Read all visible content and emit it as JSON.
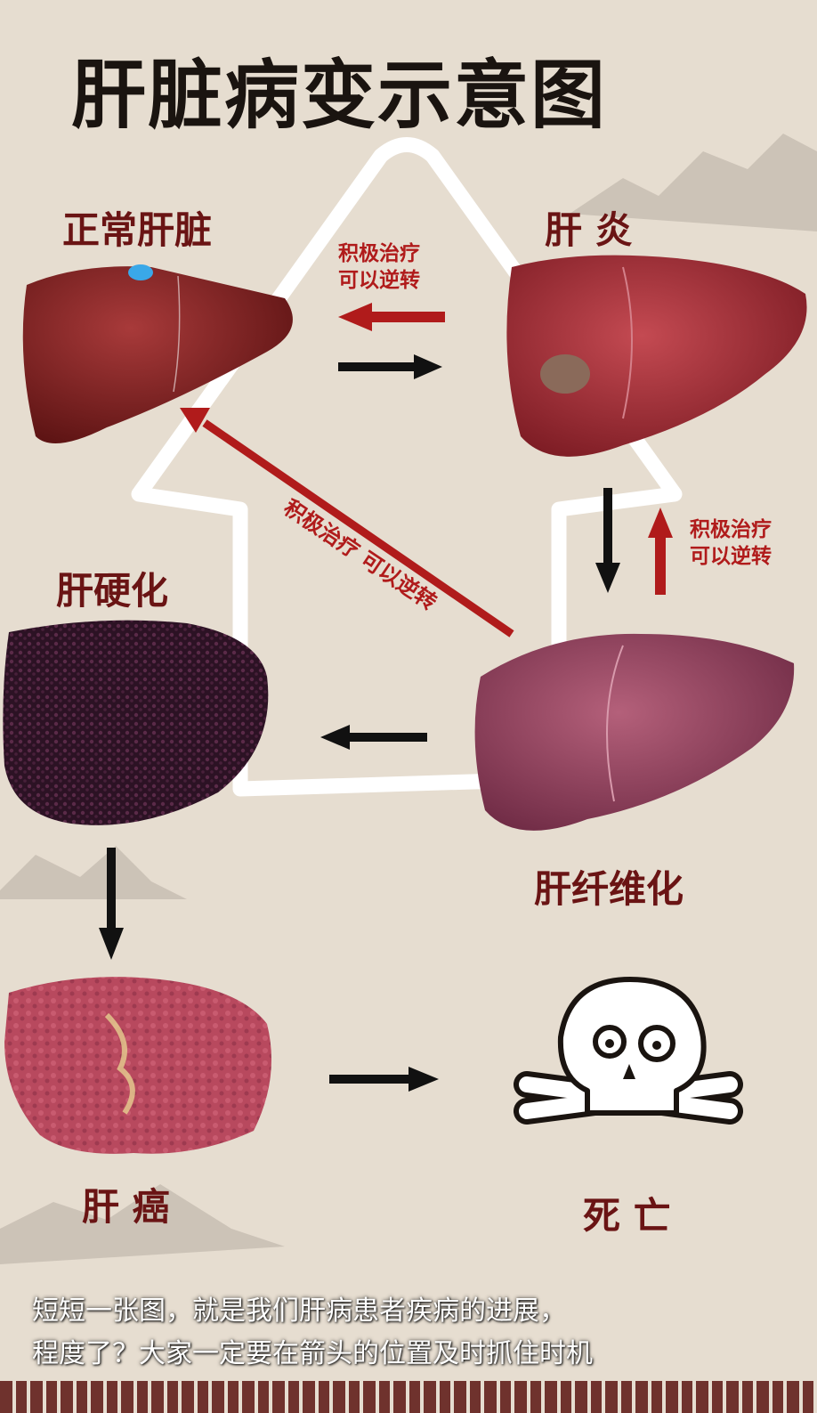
{
  "title": "肝脏病变示意图",
  "stages": {
    "normal": "正常肝脏",
    "hepatitis": "肝 炎",
    "fibrosis": "肝纤维化",
    "cirrhosis": "肝硬化",
    "cancer": "肝 癌",
    "death": "死 亡"
  },
  "notes": {
    "top": [
      "积极治疗",
      "可以逆转"
    ],
    "diagonal": "积极治疗   可以逆转",
    "right": [
      "积极治疗",
      "可以逆转"
    ]
  },
  "caption": {
    "line1": "短短一张图，就是我们肝病患者疾病的进展，",
    "line2": "程度了？大家一定要在箭头的位置及时抓住时机"
  },
  "colors": {
    "background": "#e6ddd0",
    "title": "#1a1410",
    "stage_label": "#6a1414",
    "reverse_arrow": "#b01b1b",
    "forward_arrow": "#111111",
    "outline_arrow": "#ffffff"
  }
}
